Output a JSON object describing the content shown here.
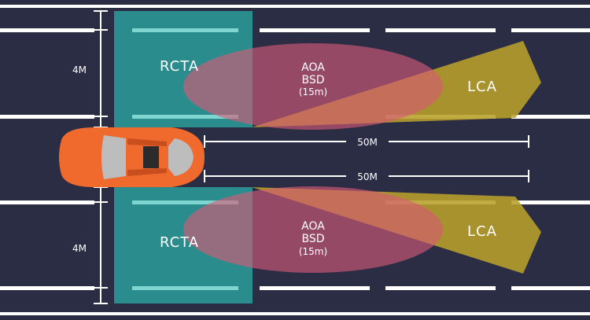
{
  "colors": {
    "road": "#2b2d45",
    "lane_line": "#ffffff",
    "rcta_zone": "#2a8c8c",
    "rcta_stripe": "#7fd6d0",
    "bsd_zone": "#d85a78",
    "lca_zone": "#b8a02a",
    "car_body": "#f06a2e",
    "car_glass": "#bdbdbd"
  },
  "icons": {
    "car": "car-top-view-icon"
  },
  "top": {
    "rcta_label": "RCTA",
    "aoa_label": "AOA",
    "bsd_label": "BSD",
    "range_label": "(15m)",
    "lca_label": "LCA",
    "width_label": "4M",
    "distance_label": "50M"
  },
  "bottom": {
    "rcta_label": "RCTA",
    "aoa_label": "AOA",
    "bsd_label": "BSD",
    "range_label": "(15m)",
    "lca_label": "LCA",
    "width_label": "4M",
    "distance_label": "50M"
  }
}
